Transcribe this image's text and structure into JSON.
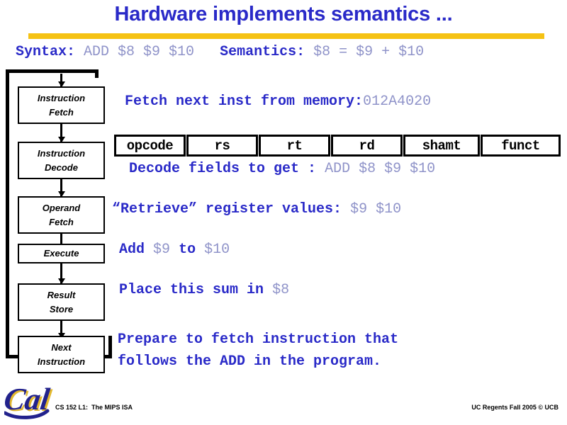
{
  "slide": {
    "title": "Hardware implements semantics ...",
    "rule_color": "#f5c214",
    "title_color": "#2a2ac8"
  },
  "header": {
    "syntax_label": "Syntax:",
    "syntax_value": "ADD $8 $9 $10",
    "semantics_label": "Semantics:",
    "semantics_value": "$8 = $9 + $10"
  },
  "flow": {
    "boxes": [
      {
        "line1": "Instruction",
        "line2": "Fetch"
      },
      {
        "line1": "Instruction",
        "line2": "Decode"
      },
      {
        "line1": "Operand",
        "line2": "Fetch"
      },
      {
        "line1": "Execute",
        "line2": ""
      },
      {
        "line1": "Result",
        "line2": "Store"
      },
      {
        "line1": "Next",
        "line2": "Instruction"
      }
    ]
  },
  "steps": {
    "fetch_label": "Fetch next inst from memory:",
    "fetch_value": "012A4020",
    "decode_label": "Decode fields to get :",
    "decode_value": "ADD $8 $9 $10",
    "operand_label": "“Retrieve” register values:",
    "operand_value": "$9 $10",
    "execute_label_a": "Add",
    "execute_value_a": "$9",
    "execute_label_b": "to",
    "execute_value_b": "$10",
    "result_label": "Place this sum in",
    "result_value": "$8",
    "next_line1": "Prepare to fetch instruction that",
    "next_line2": "follows the ADD in the program."
  },
  "fields": {
    "headers": [
      "opcode",
      "rs",
      "rt",
      "rd",
      "shamt",
      "funct"
    ]
  },
  "footer": {
    "left": "CS 152 L1:  The MIPS ISA",
    "right": "UC Regents Fall 2005 © UCB",
    "logo_alt": "Cal"
  }
}
